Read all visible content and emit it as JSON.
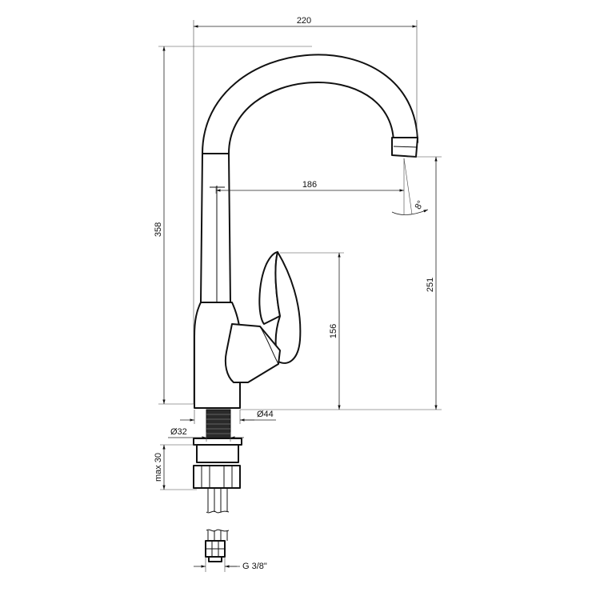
{
  "dimensions": {
    "width_total": "220",
    "reach": "186",
    "height_total": "358",
    "spout_height": "251",
    "handle_height": "156",
    "base_diameter": "Ø44",
    "shank_diameter": "Ø32",
    "max_thickness": "max 30",
    "connection_thread": "G 3/8\"",
    "spout_angle": "8°"
  },
  "colors": {
    "line": "#111111",
    "background": "#ffffff"
  }
}
